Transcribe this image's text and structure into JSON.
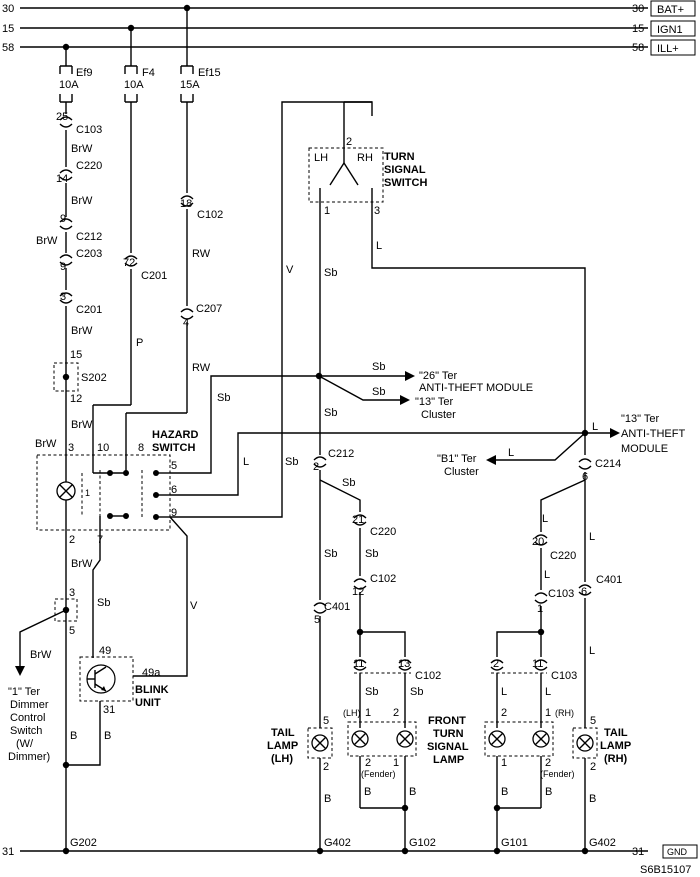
{
  "rails": {
    "bat": {
      "left": "30",
      "right": "30",
      "tag": "BAT+"
    },
    "ign": {
      "left": "15",
      "right": "15",
      "tag": "IGN1"
    },
    "ill": {
      "left": "58",
      "right": "58",
      "tag": "ILL+"
    },
    "gnd": {
      "left": "31",
      "right": "31",
      "tag": "GND"
    }
  },
  "fuses": [
    {
      "name": "Ef9",
      "amp": "10A"
    },
    {
      "name": "F4",
      "amp": "10A"
    },
    {
      "name": "Ef15",
      "amp": "15A"
    }
  ],
  "connectors": {
    "c103_25": {
      "pin": "25",
      "name": "C103"
    },
    "c220_14": {
      "pin": "14",
      "name": "C220"
    },
    "c212_9": {
      "pin": "9",
      "name": "C212"
    },
    "c203_9": {
      "pin": "9",
      "name": "C203"
    },
    "c201_3": {
      "pin": "3",
      "name": "C201"
    },
    "c201_72": {
      "pin": "72",
      "name": "C201"
    },
    "c102_18": {
      "pin": "18",
      "name": "C102"
    },
    "c207_4": {
      "pin": "4",
      "name": "C207"
    },
    "c212_2": {
      "pin": "2",
      "name": "C212"
    },
    "c220_21": {
      "pin": "21",
      "name": "C220"
    },
    "c102_12": {
      "pin": "12",
      "name": "C102"
    },
    "c401_5": {
      "pin": "5",
      "name": "C401"
    },
    "c214_6": {
      "pin": "6",
      "name": "C214"
    },
    "c220_20": {
      "pin": "20",
      "name": "C220"
    },
    "c103_1": {
      "pin": "1",
      "name": "C103"
    },
    "c401_6": {
      "pin": "6",
      "name": "C401"
    },
    "c102_front": {
      "pin_a": "11",
      "pin_b": "13",
      "name": "C102"
    },
    "c103_front": {
      "pin_a": "2",
      "pin_b": "11",
      "name": "C103"
    }
  },
  "wires": {
    "brw": "BrW",
    "p": "P",
    "rw": "RW",
    "v": "V",
    "sb": "Sb",
    "l": "L",
    "b": "B"
  },
  "splices": {
    "s202": {
      "name": "S202",
      "top": "15",
      "bottom": "12"
    }
  },
  "hazard": {
    "line1": "HAZARD",
    "line2": "SWITCH",
    "pins": {
      "p3": "3",
      "p10": "10",
      "p8": "8",
      "p5": "5",
      "p6": "6",
      "p9": "9",
      "p2": "2",
      "p7": "7",
      "p1": "1"
    }
  },
  "turn_switch": {
    "line1": "TURN",
    "line2": "SIGNAL",
    "line3": "SWITCH",
    "lh": "LH",
    "rh": "RH",
    "pin2": "2",
    "pin1": "1",
    "pin3": "3"
  },
  "blink": {
    "line1": "BLINK",
    "line2": "UNIT",
    "pin49": "49",
    "pin49a": "49a",
    "pin31": "31"
  },
  "dimmer": {
    "pin3": "3",
    "pin5": "5",
    "line1": "\"1\" Ter",
    "line2": "Dimmer",
    "line3": "Control",
    "line4": "Switch",
    "line5": "(W/",
    "line6": "Dimmer)"
  },
  "destinations": {
    "antitheft26": {
      "line1": "\"26\" Ter",
      "line2": "ANTI-THEFT MODULE"
    },
    "cluster13": {
      "line1": "\"13\" Ter",
      "line2": "Cluster"
    },
    "antitheft13": {
      "line1": "\"13\" Ter",
      "line2": "ANTI-THEFT",
      "line3": "MODULE"
    },
    "clusterB1": {
      "line1": "\"B1\" Ter",
      "line2": "Cluster"
    }
  },
  "lamps": {
    "tail_lh": {
      "line1": "TAIL",
      "line2": "LAMP",
      "line3": "(LH)",
      "pin_top": "5",
      "pin_bot": "2"
    },
    "tail_rh": {
      "line1": "TAIL",
      "line2": "LAMP",
      "line3": "(RH)",
      "pin_top": "5",
      "pin_bot": "2"
    },
    "front": {
      "line1": "FRONT",
      "line2": "TURN",
      "line3": "SIGNAL",
      "line4": "LAMP"
    },
    "front_lh": {
      "tag": "(LH)",
      "fender": "(Fender)",
      "pin1": "1",
      "pin2": "2",
      "pinb1": "2",
      "pinb2": "1"
    },
    "front_rh": {
      "tag": "(RH)",
      "fender": "(Fender)",
      "pin1": "2",
      "pin2": "1",
      "pinb1": "1",
      "pinb2": "2"
    }
  },
  "grounds": [
    "G202",
    "G402",
    "G102",
    "G101",
    "G402"
  ],
  "code": "S6B15107"
}
